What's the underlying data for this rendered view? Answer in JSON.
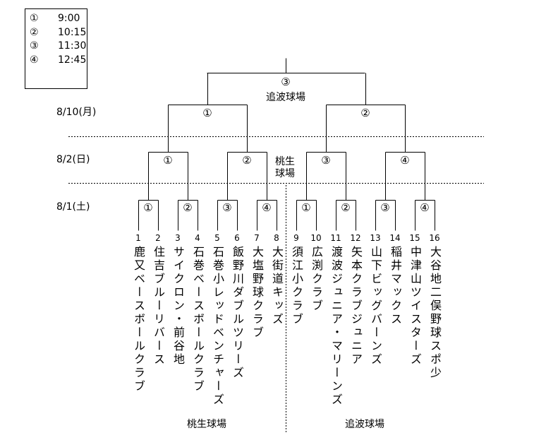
{
  "legend": [
    {
      "mark": "①",
      "time": "9:00"
    },
    {
      "mark": "②",
      "time": "10:15"
    },
    {
      "mark": "③",
      "time": "11:30"
    },
    {
      "mark": "④",
      "time": "12:45"
    }
  ],
  "dates": {
    "final": "8/10(月)",
    "round2": "8/2(日)",
    "round1": "8/1(土)"
  },
  "venues": {
    "final": "追波球場",
    "round2_left_top": "桃生",
    "round2_left_bottom": "球場",
    "left_block": "桃生球場",
    "right_block": "追波球場"
  },
  "final_game": "③",
  "semifinal_games": [
    "①",
    "②"
  ],
  "round2_games": [
    "①",
    "②",
    "③",
    "④"
  ],
  "round1_games": [
    "①",
    "②",
    "③",
    "④",
    "①",
    "②",
    "③",
    "④"
  ],
  "teams": [
    {
      "seed": "1",
      "name": "鹿又ベースボールクラブ"
    },
    {
      "seed": "2",
      "name": "住吉ブルーリバース"
    },
    {
      "seed": "3",
      "name": "サイクロン・前谷地"
    },
    {
      "seed": "4",
      "name": "石巻ベースボールクラブ"
    },
    {
      "seed": "5",
      "name": "石巻小レッドベンチャーズ"
    },
    {
      "seed": "6",
      "name": "飯野川ダブルツリーズ"
    },
    {
      "seed": "7",
      "name": "大塩野球クラブ"
    },
    {
      "seed": "8",
      "name": "大街道キッズ"
    },
    {
      "seed": "9",
      "name": "須江小クラブ"
    },
    {
      "seed": "10",
      "name": "広渕クラブ"
    },
    {
      "seed": "11",
      "name": "渡波ジュニア・マリーンズ"
    },
    {
      "seed": "12",
      "name": "矢本クラブジュニア"
    },
    {
      "seed": "13",
      "name": "山下ビッグバーンズ"
    },
    {
      "seed": "14",
      "name": "稲井マックス"
    },
    {
      "seed": "15",
      "name": "中津山ツイスターズ"
    },
    {
      "seed": "16",
      "name": "大谷地二俣野球スポ少"
    }
  ]
}
